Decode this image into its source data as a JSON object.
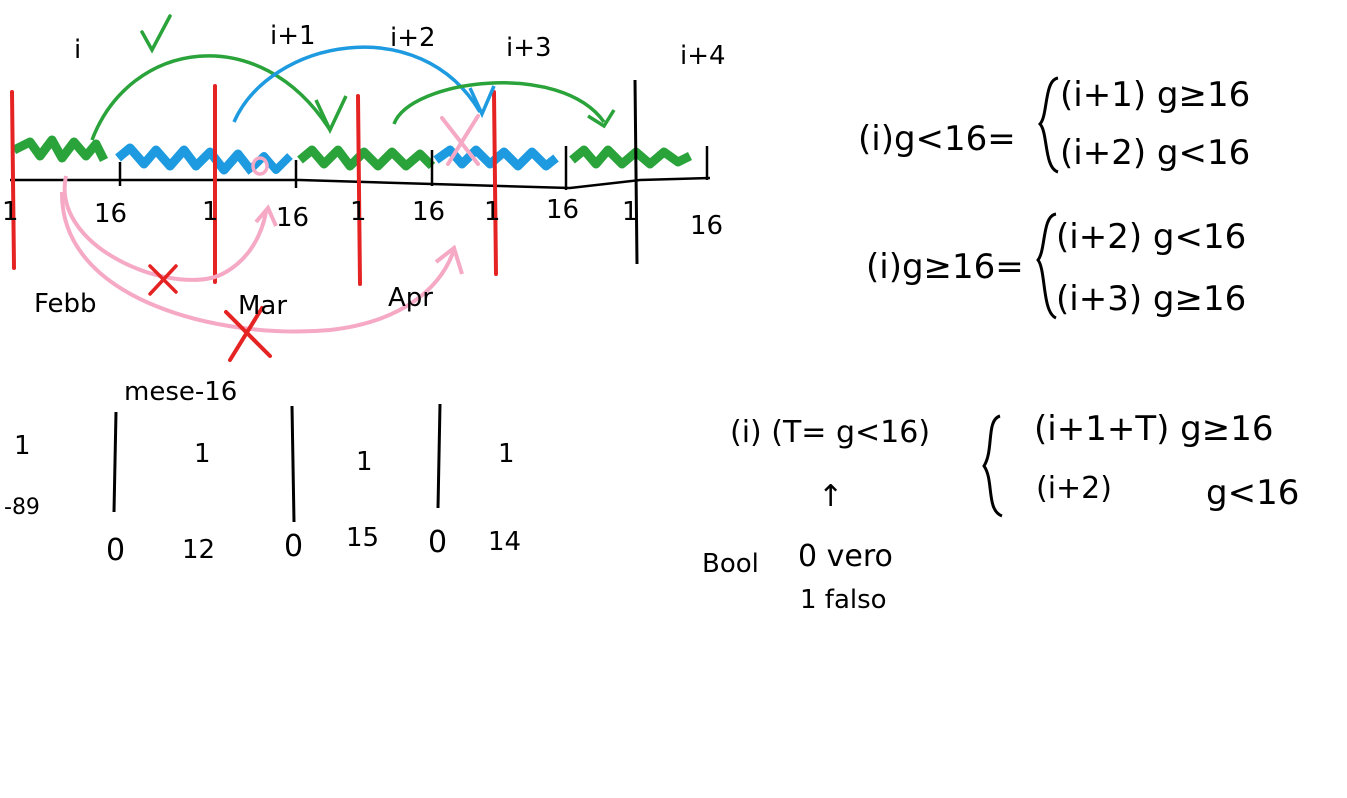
{
  "colors": {
    "green": "#2aa33a",
    "blue": "#1e9be0",
    "red": "#e52323",
    "pink": "#f5a9c4",
    "black": "#000000",
    "background": "#ffffff"
  },
  "timeline": {
    "index_labels": [
      "i",
      "i+1",
      "i+2",
      "i+3",
      "i+4"
    ],
    "tick_labels": [
      "1",
      "16",
      "1",
      "16",
      "1",
      "16",
      "1",
      "16",
      "1",
      "16"
    ],
    "month_labels": [
      "Febb",
      "Mar",
      "Apr"
    ],
    "check_mark": "✓",
    "cross_mark": "✕"
  },
  "middle_section": {
    "title": "mese-16",
    "top_values": [
      "1",
      "1",
      "1",
      "1"
    ],
    "bottom_values": [
      "0",
      "12",
      "0",
      "15",
      "0",
      "14"
    ],
    "scribble_label": "-89"
  },
  "formulas": {
    "f1_lhs": "(i)g<16=",
    "f1_case1": "(i+1) g≥16",
    "f1_case2": "(i+2) g<16",
    "f2_lhs": "(i)g≥16=",
    "f2_case1": "(i+2) g<16",
    "f2_case2": "(i+3) g≥16",
    "f3_lhs": "(i) (T= g<16)",
    "f3_case1": "(i+1+T) g≥16",
    "f3_case2": "(i+2)",
    "f3_case2_cond": "g<16",
    "f3_arrow": "↑",
    "bool_label": "Bool",
    "bool_true": "0 vero",
    "bool_false": "1 falso"
  }
}
